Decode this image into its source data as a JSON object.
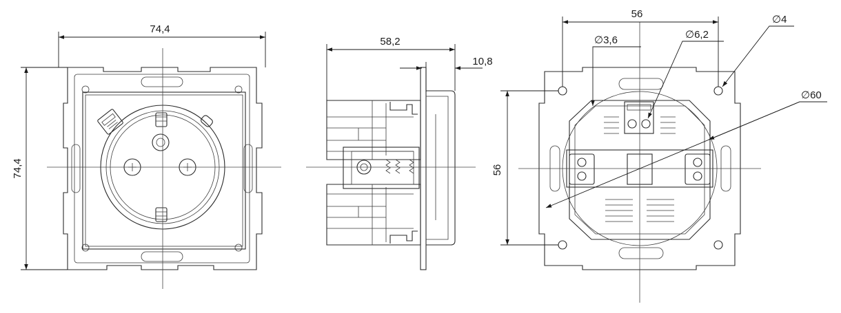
{
  "dimensions": {
    "front_width": "74,4",
    "front_height": "74,4",
    "side_depth": "58,2",
    "side_plate": "10,8",
    "back_width": "56",
    "back_height": "56",
    "hole_small": "∅3,6",
    "hole_medium": "∅6,2",
    "hole_large": "∅4",
    "body_diameter": "∅60"
  }
}
